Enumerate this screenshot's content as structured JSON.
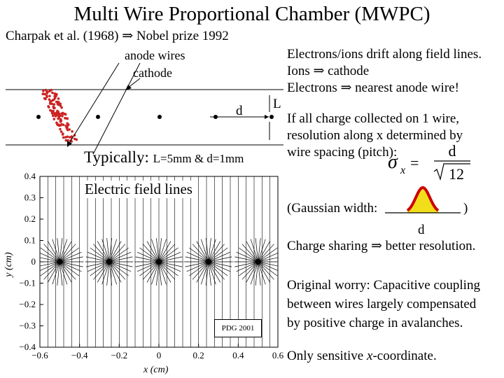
{
  "title": "Multi Wire Proportional Chamber (MWPC)",
  "subtitle": "Charpak et al. (1968) ⇒ Nobel prize 1992",
  "diagram": {
    "anode_wires_label": "anode wires",
    "cathode_label": "cathode",
    "d_label": "d",
    "L_label": "L",
    "typically_prefix": "Typically: ",
    "typically_values": "L=5mm & d=1mm"
  },
  "plot": {
    "label": "Electric field lines",
    "badge": "PDG 2001",
    "xlabel": "x (cm)",
    "ylabel": "y (cm)",
    "x_ticks": [
      "−0.6",
      "−0.4",
      "−0.2",
      "0",
      "0.2",
      "0.4",
      "0.6"
    ],
    "y_ticks": [
      "0.4",
      "0.3",
      "0.2",
      "0.1",
      "0",
      "−0.1",
      "−0.2",
      "−0.3",
      "−0.4"
    ]
  },
  "text": {
    "drift_line1": "Electrons/ions drift along field lines.",
    "drift_line2": "Ions ⇒ cathode",
    "drift_line3": "Electrons ⇒ nearest anode wire!",
    "charge_line1": "If all charge collected on 1 wire,",
    "charge_line2": "resolution along x determined by",
    "charge_line3": "wire spacing (pitch):",
    "gaussian_label": "(Gaussian width:",
    "gaussian_close": ")",
    "gaussian_d": "d",
    "sharing": "Charge sharing ⇒ better resolution.",
    "worry_line1": "Original worry: Capacitive coupling",
    "worry_line2": "between wires largely compensated",
    "worry_line3": "by positive charge in avalanches.",
    "sensitive_prefix": "Only sensitive ",
    "sensitive_x": "x",
    "sensitive_suffix": "-coordinate."
  },
  "formula": {
    "sigma": "σ",
    "sub": "x",
    "eq": "=",
    "num": "d",
    "den": "12"
  },
  "colors": {
    "track": "#cc2222",
    "gaussian_fill": "#f2dd1a",
    "gaussian_line": "#cc0000"
  }
}
